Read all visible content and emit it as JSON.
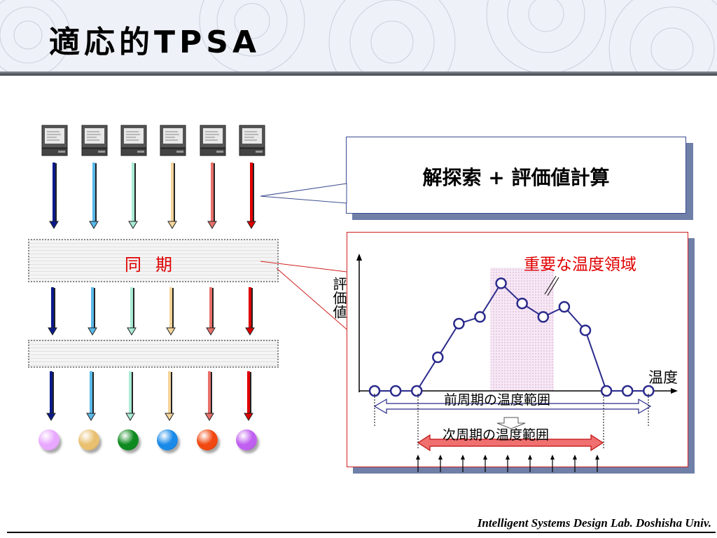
{
  "title": "適応的TPSA",
  "footer": "Intelligent Systems Design Lab. Doshisha Univ.",
  "callout": {
    "text": "解探索 + 評価値計算"
  },
  "sync": {
    "label": "同期"
  },
  "process_colors": [
    "#0a1a8c",
    "#5ab8e8",
    "#a8ecd4",
    "#f4d59a",
    "#e8706a",
    "#e00000"
  ],
  "orb_colors": [
    "#e8a8ff",
    "#e8c070",
    "#0f8a20",
    "#1a8ae8",
    "#f04810",
    "#c060f0"
  ],
  "chart": {
    "important_region": "重要な温度領域",
    "ylabel": "評価値",
    "xlabel": "温度",
    "prev_range": "前周期の温度範囲",
    "next_range": "次周期の温度範囲"
  },
  "chart_data": {
    "type": "line",
    "title": "",
    "xlabel": "温度",
    "ylabel": "評価値",
    "x": [
      1,
      2,
      3,
      4,
      5,
      6,
      7,
      8,
      9,
      10,
      11,
      12,
      13,
      14
    ],
    "values": [
      0,
      0,
      0,
      1,
      2,
      2.2,
      3.2,
      2.6,
      2.2,
      2.5,
      1.8,
      0,
      0,
      0
    ],
    "ylim": [
      0,
      4
    ],
    "highlight_x": [
      6.5,
      9.5
    ]
  }
}
